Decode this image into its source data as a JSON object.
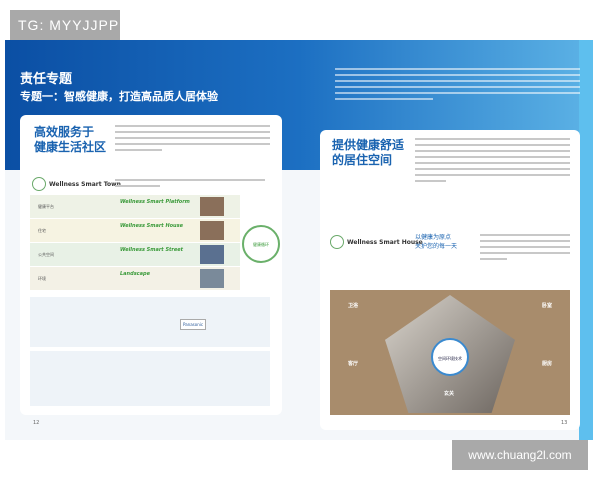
{
  "watermarks": {
    "top": "TG: MYYJJPP",
    "bottom": "www.chuang2l.com"
  },
  "header": {
    "title": "责任专题",
    "subtitle": "专题一：智感健康，打造高品质人居体验"
  },
  "left": {
    "heading": [
      "高效服务于",
      "健康生活社区"
    ],
    "logo": "Wellness Smart Town",
    "rows": [
      {
        "label": "健康平台",
        "name": "Wellness Smart Platform"
      },
      {
        "label": "住宅",
        "name": "Wellness Smart House"
      },
      {
        "label": "公共空间",
        "name": "Wellness Smart Street"
      },
      {
        "label": "环境",
        "name": "Landscape"
      }
    ],
    "cycle": "健康循环",
    "cloud": "Panasonic",
    "page": "12"
  },
  "right": {
    "heading": [
      "提供健康舒适",
      "的居住空间"
    ],
    "logo": "Wellness Smart House",
    "slogan": [
      "以健康为原点",
      "关护您的每一天"
    ],
    "rooms": [
      "卫浴",
      "卧室",
      "客厅",
      "厨房",
      "玄关"
    ],
    "center": "空间环境技术",
    "page": "13"
  }
}
